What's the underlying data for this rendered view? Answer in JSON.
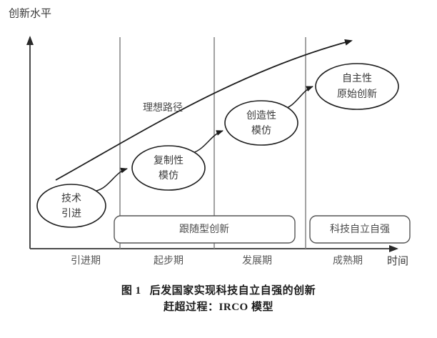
{
  "figure": {
    "axes": {
      "y_label": "创新水平",
      "x_label": "时间"
    },
    "stages": [
      {
        "label": "引进期"
      },
      {
        "label": "起步期"
      },
      {
        "label": "发展期"
      },
      {
        "label": "成熟期"
      }
    ],
    "nodes": [
      {
        "id": "node-1",
        "line1": "技术",
        "line2": "引进"
      },
      {
        "id": "node-2",
        "line1": "复制性",
        "line2": "模仿"
      },
      {
        "id": "node-3",
        "line1": "创造性",
        "line2": "模仿"
      },
      {
        "id": "node-4",
        "line1": "自主性",
        "line2": "原始创新"
      }
    ],
    "bands": [
      {
        "id": "band-follower",
        "label": "跟随型创新"
      },
      {
        "id": "band-selfreliance",
        "label": "科技自立自强"
      }
    ],
    "annotations": [
      {
        "id": "ideal-path",
        "label": "理想路径"
      }
    ],
    "colors": {
      "stroke_dark": "#1c1c1c",
      "stroke_axis": "#4a4a4a",
      "stroke_divider": "#8a8a8a",
      "stroke_band": "#555555",
      "text": "#3a3a3a",
      "background": "#ffffff"
    }
  },
  "caption": {
    "number": "图 1",
    "line1": "后发国家实现科技自立自强的创新",
    "line2": "赶超过程：IRCO 模型"
  }
}
